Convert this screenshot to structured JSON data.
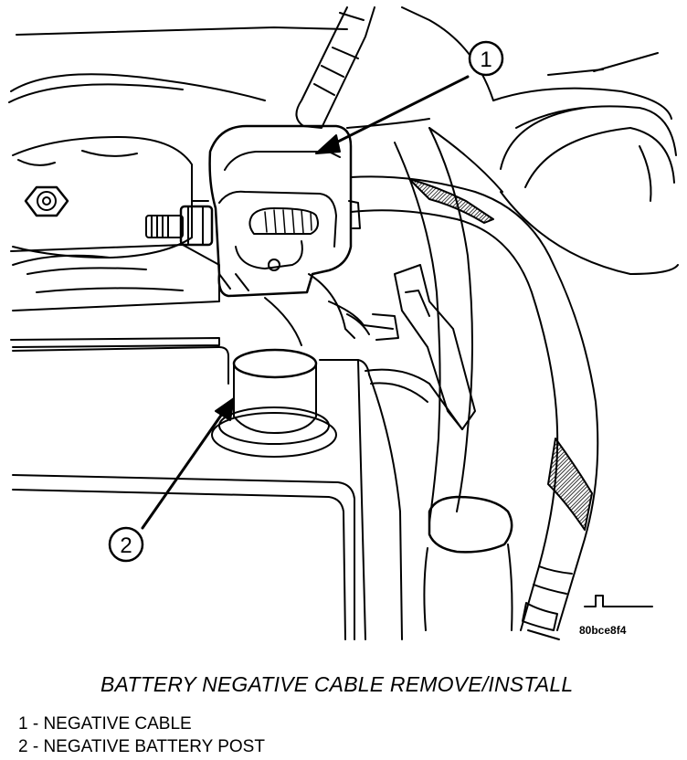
{
  "figure": {
    "caption": "BATTERY NEGATIVE CABLE REMOVE/INSTALL",
    "ref_code": "80bce8f4",
    "callouts": [
      {
        "number": "1",
        "target": "negative-cable-clamp"
      },
      {
        "number": "2",
        "target": "negative-battery-post"
      }
    ]
  },
  "legend": {
    "items": [
      {
        "text": "1 - NEGATIVE CABLE"
      },
      {
        "text": "2 - NEGATIVE BATTERY POST"
      }
    ]
  },
  "colors": {
    "line": "#000000",
    "background": "#ffffff"
  }
}
